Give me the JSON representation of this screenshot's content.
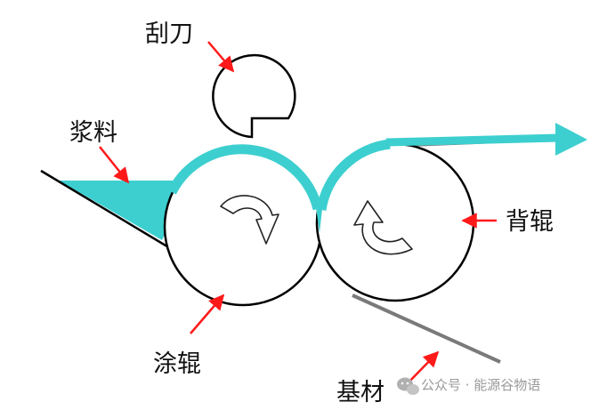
{
  "labels": {
    "doctor_blade": "刮刀",
    "slurry": "浆料",
    "back_roller": "背辊",
    "coating_roller": "涂辊",
    "substrate": "基材"
  },
  "watermark": {
    "text": "公众号 · 能源谷物语"
  },
  "colors": {
    "slurry": "#3dcfcf",
    "arrow": "#ff1a1a",
    "outline": "#000000",
    "substrate": "#7a7a7a",
    "watermark": "#9a9a9a"
  },
  "icons": {
    "coating_roller_rotation": "clockwise-arrow",
    "back_roller_rotation": "counterclockwise-arrow",
    "watermark_logo": "chat-bubble-icon"
  }
}
